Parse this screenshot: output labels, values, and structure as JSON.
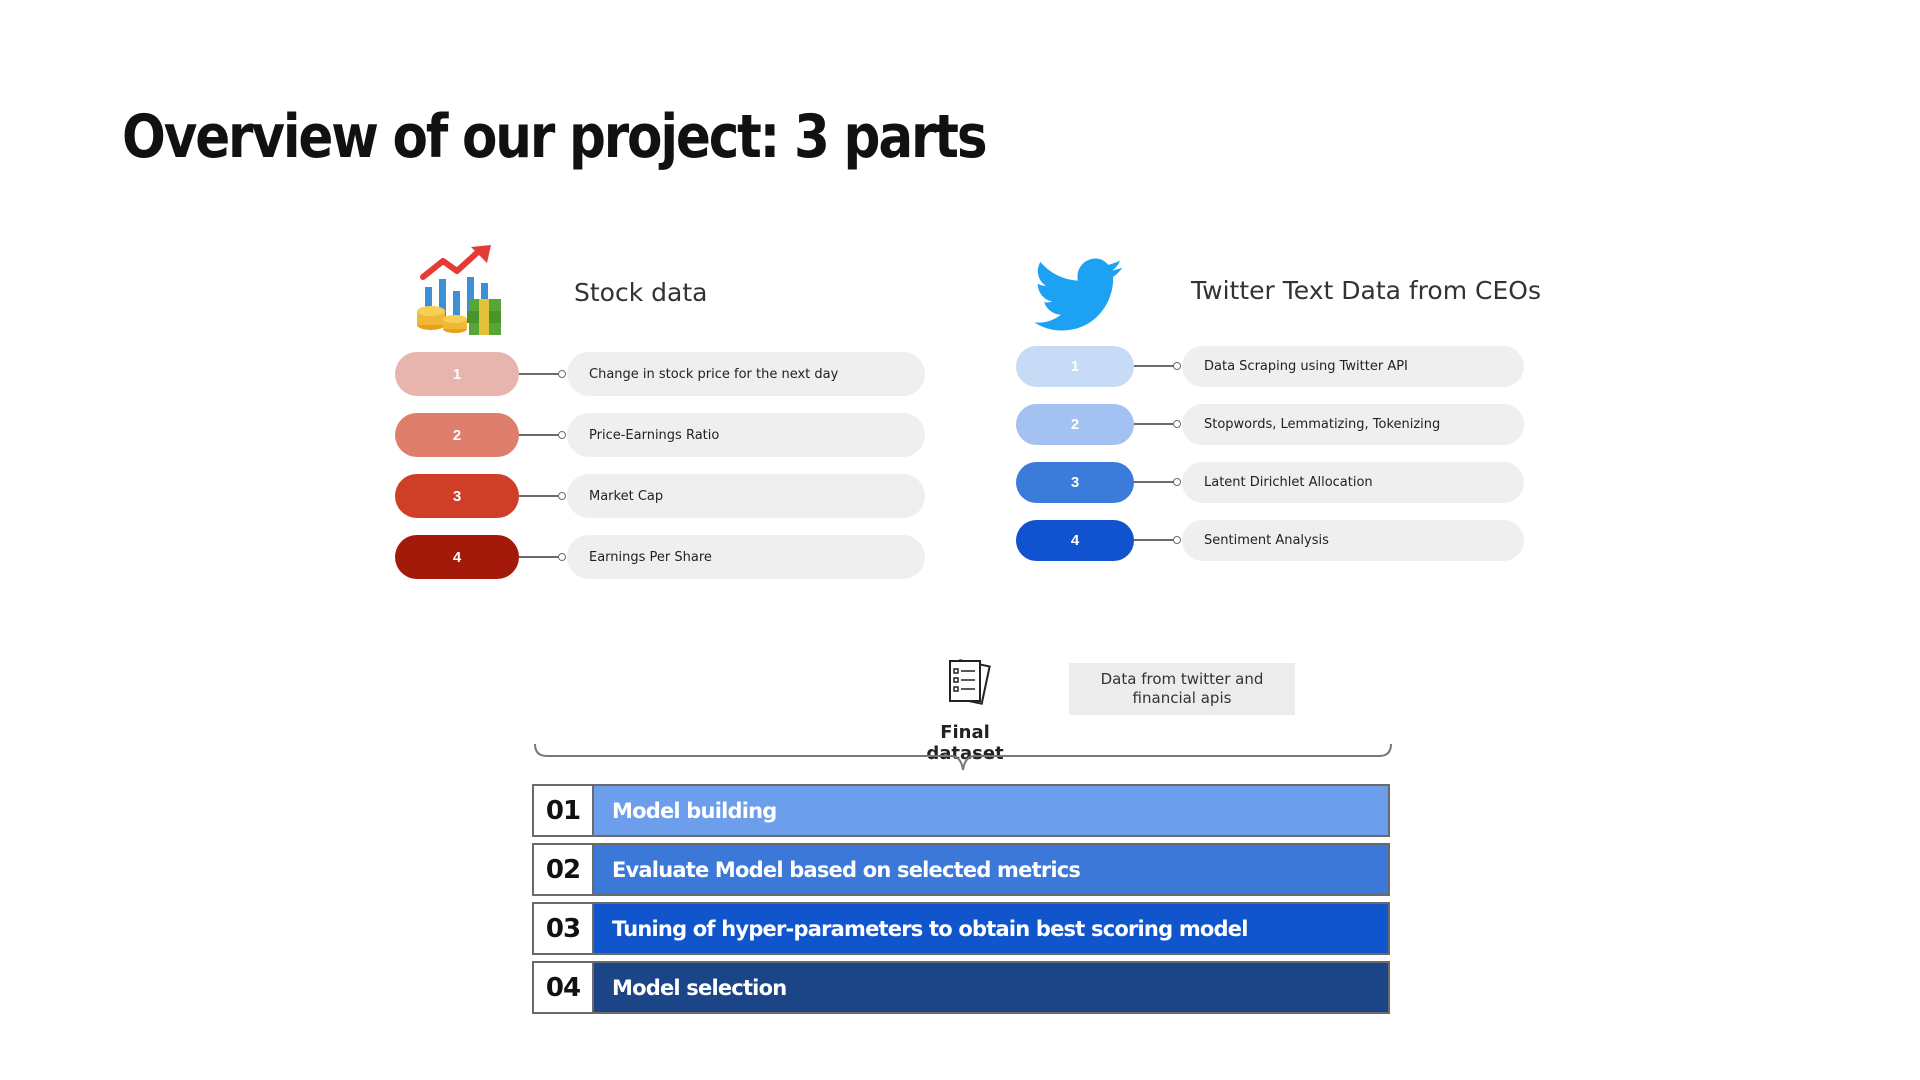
{
  "slide": {
    "title": "Overview of our project: 3 parts"
  },
  "stock": {
    "heading": "Stock data",
    "icon": "stock-chart-money-icon",
    "items": [
      {
        "num": "1",
        "label": "Change in stock price for the next day",
        "color": "#e8b4ae"
      },
      {
        "num": "2",
        "label": "Price-Earnings Ratio",
        "color": "#df7e6d"
      },
      {
        "num": "3",
        "label": "Market Cap",
        "color": "#cf3f27"
      },
      {
        "num": "4",
        "label": "Earnings Per Share",
        "color": "#a31a0b"
      }
    ]
  },
  "twitter": {
    "heading": "Twitter Text Data from CEOs",
    "icon": "twitter-bird-icon",
    "items": [
      {
        "num": "1",
        "label": "Data Scraping using Twitter API",
        "color": "#c8dbf6"
      },
      {
        "num": "2",
        "label": "Stopwords, Lemmatizing, Tokenizing",
        "color": "#a3c2f1"
      },
      {
        "num": "3",
        "label": "Latent Dirichlet Allocation",
        "color": "#3b7bda"
      },
      {
        "num": "4",
        "label": "Sentiment Analysis",
        "color": "#1152cf"
      }
    ]
  },
  "final": {
    "label": "Final dataset",
    "note": "Data from twitter and financial apis",
    "icon": "document-list-icon"
  },
  "steps": [
    {
      "num": "01",
      "label": "Model building",
      "color": "#6d9eeb"
    },
    {
      "num": "02",
      "label": "Evaluate Model based on selected metrics",
      "color": "#3c78d8"
    },
    {
      "num": "03",
      "label": "Tuning of hyper-parameters to obtain best scoring model",
      "color": "#1155cc"
    },
    {
      "num": "04",
      "label": "Model selection",
      "color": "#1c4587"
    }
  ]
}
